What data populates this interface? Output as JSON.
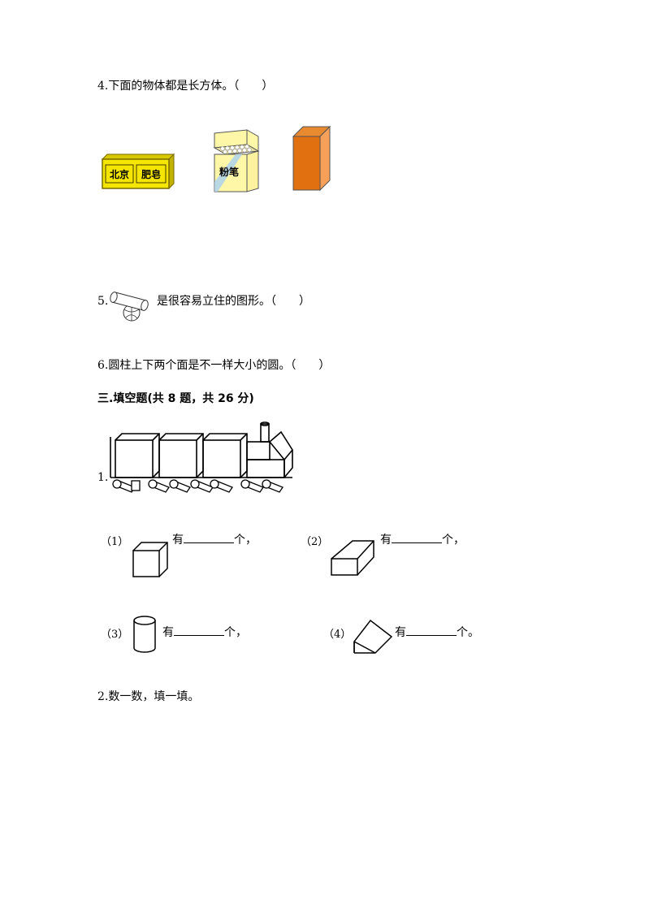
{
  "q4": {
    "text": "4.下面的物体都是长方体。（　　）"
  },
  "q4_images": {
    "soap_text_1": "北京",
    "soap_text_2": "肥皂",
    "chalk_text": "粉笔"
  },
  "q5": {
    "number": "5.",
    "text": "是很容易立住的图形。（　　）"
  },
  "q6": {
    "text": "6.圆柱上下两个面是不一样大小的圆。（　　）"
  },
  "section3": {
    "heading": "三.填空题(共 8 题，共 26 分)"
  },
  "fill1": {
    "number": "1.",
    "items": [
      {
        "label": "（1）",
        "prefix": "有",
        "suffix": "个，"
      },
      {
        "label": "（2）",
        "prefix": "有",
        "suffix": "个，"
      },
      {
        "label": "（3）",
        "prefix": "有",
        "suffix": "个，"
      },
      {
        "label": "（4）",
        "prefix": "有",
        "suffix": "个。"
      }
    ]
  },
  "fill2": {
    "text": "2.数一数，填一填。"
  },
  "colors": {
    "soap_yellow": "#f4e600",
    "chalk_yellow": "#fff7a8",
    "prism_orange": "#e07010",
    "prism_side": "#f7a05a"
  }
}
